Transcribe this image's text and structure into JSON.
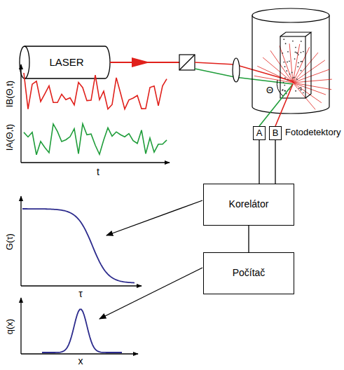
{
  "diagram": {
    "nodes": [
      {
        "text": [
          "LASER"
        ]
      },
      {
        "text": [
          "A"
        ]
      },
      {
        "text": [
          "B"
        ]
      },
      {
        "text": [
          "Korelátor"
        ]
      },
      {
        "text": [
          "Počítač"
        ]
      }
    ],
    "edges": [
      {
        "from": 1,
        "to": 3,
        "arrow": "none"
      },
      {
        "from": 2,
        "to": 3,
        "arrow": "none"
      },
      {
        "from": 3,
        "to": 4,
        "arrow": "none"
      }
    ],
    "labels": [
      "Fotodetektory",
      "IB(Θ,t)",
      "IA(Θ,t)",
      "t",
      "G(τ)",
      "τ",
      "q(x)",
      "x",
      "Θ"
    ]
  }
}
